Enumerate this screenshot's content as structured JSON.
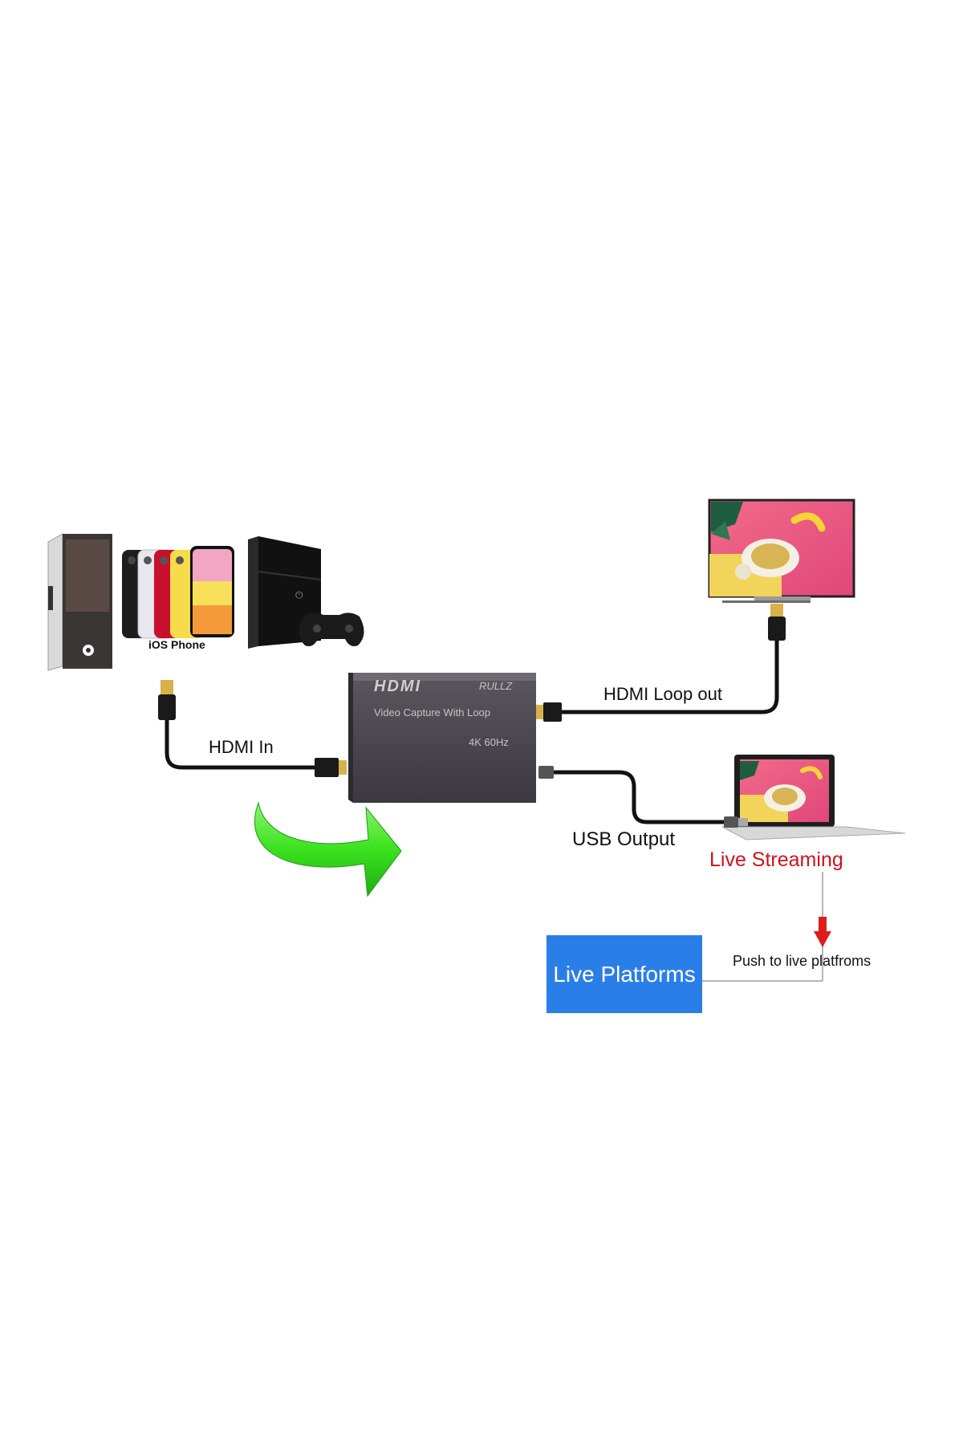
{
  "labels": {
    "ios_phone": "iOS Phone",
    "hdmi_in": "HDMI In",
    "hdmi_loop_out": "HDMI Loop out",
    "usb_output": "USB Output",
    "live_streaming": "Live Streaming",
    "push_to_live": "Push to live platfroms",
    "live_platforms": "Live Platforms"
  },
  "device": {
    "logo": "HDMI",
    "brand": "RULLZ",
    "model": "Video Capture With Loop",
    "spec": "4K 60Hz"
  },
  "colors": {
    "live_streaming_text": "#d0121b",
    "platforms_box": "#2a7ee8",
    "arrow_green": "#33d61c",
    "push_arrow": "#e01b1b",
    "device_body": "#4a474e",
    "cable": "#111111"
  },
  "icons": [
    "desktop-tower-icon",
    "smartphones-icon",
    "game-console-icon",
    "gamepad-icon",
    "tv-icon",
    "laptop-icon",
    "curved-arrow-icon",
    "down-arrow-icon"
  ]
}
